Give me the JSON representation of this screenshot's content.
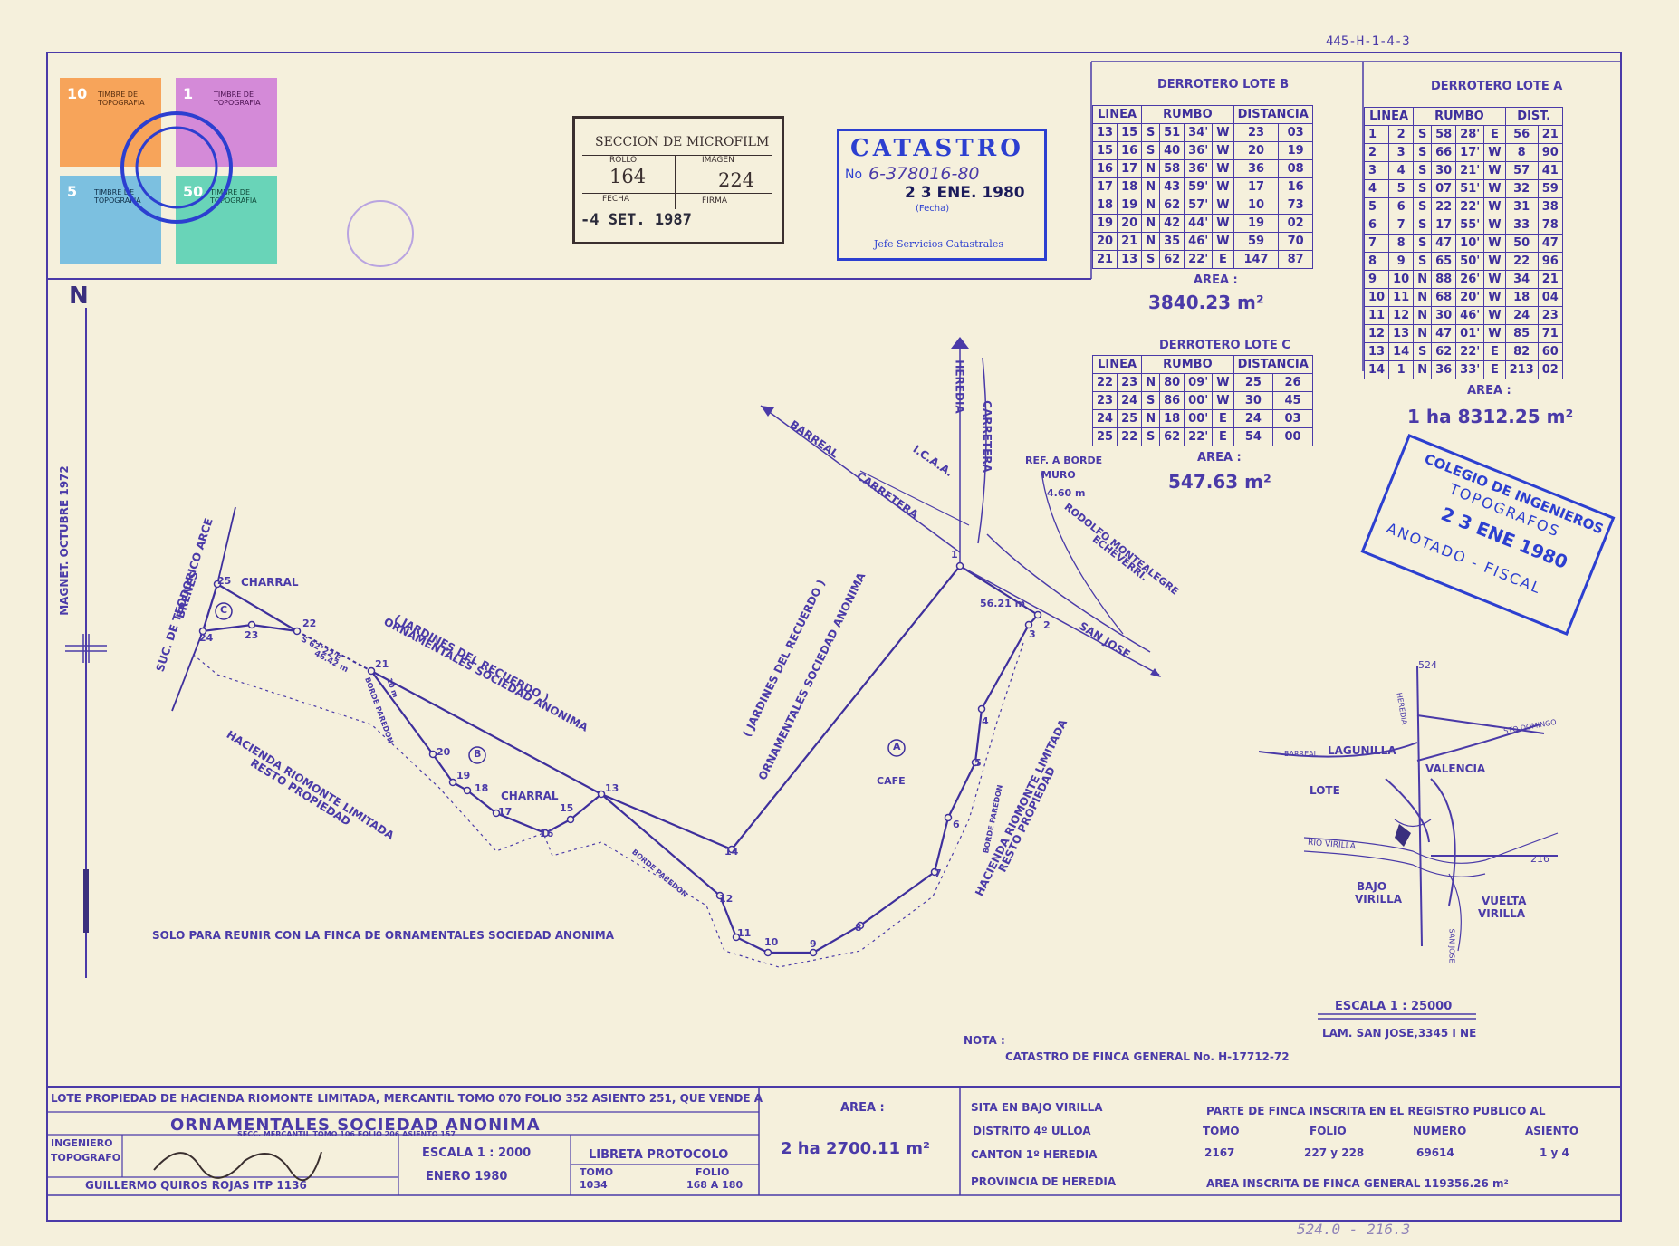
{
  "ref_top": "445-H-1-4-3",
  "ref_bottom": "524.0 - 216.3",
  "colors": {
    "ink": "#4a3aa8",
    "paper": "#f5f0dc",
    "stamp_blue": "#2c3fd0",
    "stamp_dark": "#3a2f7e"
  },
  "north": {
    "letter": "N",
    "magnet": "MAGNET. OCTUBRE 1972"
  },
  "timbres": [
    {
      "value": "10",
      "label": "TIMBRE DE TOPOGRAFIA",
      "color": "#f7a45a"
    },
    {
      "value": "1",
      "label": "TIMBRE DE TOPOGRAFIA",
      "color": "#d48ad8"
    },
    {
      "value": "5",
      "label": "TIMBRE DE TOPOGRAFIA",
      "color": "#7cc0e0"
    },
    {
      "value": "50",
      "label": "TIMBRE DE TOPOGRAFIA",
      "color": "#69d4b8"
    }
  ],
  "microfilm": {
    "title": "SECCION DE MICROFILM",
    "rollo_label": "ROLLO",
    "rollo": "164",
    "imagen_label": "IMAGEN",
    "imagen": "224",
    "fecha_label": "FECHA",
    "fecha": "-4 SET. 1987",
    "firma_label": "FIRMA"
  },
  "catastro": {
    "title": "CATASTRO",
    "no_label": "No",
    "number": "6-378016-80",
    "date": "2 3 ENE. 1980",
    "fecha_label": "(Fecha)",
    "dept": "Jefe Servicios Catastrales"
  },
  "colegio": {
    "line1": "COLEGIO DE INGENIEROS",
    "line2": "TOPOGRAFOS",
    "date": "2 3 ENE 1980",
    "line3": "ANOTADO - FISCAL"
  },
  "lote_b": {
    "title": "DERROTERO LOTE B",
    "headers": [
      "LINEA",
      "RUMBO",
      "DISTANCIA"
    ],
    "rows": [
      {
        "from": "13",
        "to": "15",
        "ns": "S",
        "deg": "51",
        "min": "34'",
        "ew": "W",
        "d1": "23",
        "d2": "03"
      },
      {
        "from": "15",
        "to": "16",
        "ns": "S",
        "deg": "40",
        "min": "36'",
        "ew": "W",
        "d1": "20",
        "d2": "19"
      },
      {
        "from": "16",
        "to": "17",
        "ns": "N",
        "deg": "58",
        "min": "36'",
        "ew": "W",
        "d1": "36",
        "d2": "08"
      },
      {
        "from": "17",
        "to": "18",
        "ns": "N",
        "deg": "43",
        "min": "59'",
        "ew": "W",
        "d1": "17",
        "d2": "16"
      },
      {
        "from": "18",
        "to": "19",
        "ns": "N",
        "deg": "62",
        "min": "57'",
        "ew": "W",
        "d1": "10",
        "d2": "73"
      },
      {
        "from": "19",
        "to": "20",
        "ns": "N",
        "deg": "42",
        "min": "44'",
        "ew": "W",
        "d1": "19",
        "d2": "02"
      },
      {
        "from": "20",
        "to": "21",
        "ns": "N",
        "deg": "35",
        "min": "46'",
        "ew": "W",
        "d1": "59",
        "d2": "70"
      },
      {
        "from": "21",
        "to": "13",
        "ns": "S",
        "deg": "62",
        "min": "22'",
        "ew": "E",
        "d1": "147",
        "d2": "87"
      }
    ],
    "area_label": "AREA :",
    "area": "3840.23 m²"
  },
  "lote_a": {
    "title": "DERROTERO LOTE A",
    "headers": [
      "LINEA",
      "RUMBO",
      "DIST."
    ],
    "rows": [
      {
        "from": "1",
        "to": "2",
        "ns": "S",
        "deg": "58",
        "min": "28'",
        "ew": "E",
        "d1": "56",
        "d2": "21"
      },
      {
        "from": "2",
        "to": "3",
        "ns": "S",
        "deg": "66",
        "min": "17'",
        "ew": "W",
        "d1": "8",
        "d2": "90"
      },
      {
        "from": "3",
        "to": "4",
        "ns": "S",
        "deg": "30",
        "min": "21'",
        "ew": "W",
        "d1": "57",
        "d2": "41"
      },
      {
        "from": "4",
        "to": "5",
        "ns": "S",
        "deg": "07",
        "min": "51'",
        "ew": "W",
        "d1": "32",
        "d2": "59"
      },
      {
        "from": "5",
        "to": "6",
        "ns": "S",
        "deg": "22",
        "min": "22'",
        "ew": "W",
        "d1": "31",
        "d2": "38"
      },
      {
        "from": "6",
        "to": "7",
        "ns": "S",
        "deg": "17",
        "min": "55'",
        "ew": "W",
        "d1": "33",
        "d2": "78"
      },
      {
        "from": "7",
        "to": "8",
        "ns": "S",
        "deg": "47",
        "min": "10'",
        "ew": "W",
        "d1": "50",
        "d2": "47"
      },
      {
        "from": "8",
        "to": "9",
        "ns": "S",
        "deg": "65",
        "min": "50'",
        "ew": "W",
        "d1": "22",
        "d2": "96"
      },
      {
        "from": "9",
        "to": "10",
        "ns": "N",
        "deg": "88",
        "min": "26'",
        "ew": "W",
        "d1": "34",
        "d2": "21"
      },
      {
        "from": "10",
        "to": "11",
        "ns": "N",
        "deg": "68",
        "min": "20'",
        "ew": "W",
        "d1": "18",
        "d2": "04"
      },
      {
        "from": "11",
        "to": "12",
        "ns": "N",
        "deg": "30",
        "min": "46'",
        "ew": "W",
        "d1": "24",
        "d2": "23"
      },
      {
        "from": "12",
        "to": "13",
        "ns": "N",
        "deg": "47",
        "min": "01'",
        "ew": "W",
        "d1": "85",
        "d2": "71"
      },
      {
        "from": "13",
        "to": "14",
        "ns": "S",
        "deg": "62",
        "min": "22'",
        "ew": "E",
        "d1": "82",
        "d2": "60"
      },
      {
        "from": "14",
        "to": "1",
        "ns": "N",
        "deg": "36",
        "min": "33'",
        "ew": "E",
        "d1": "213",
        "d2": "02"
      }
    ],
    "area_label": "AREA :",
    "area": "1 ha 8312.25 m²"
  },
  "lote_c": {
    "title": "DERROTERO LOTE C",
    "headers": [
      "LINEA",
      "RUMBO",
      "DISTANCIA"
    ],
    "rows": [
      {
        "from": "22",
        "to": "23",
        "ns": "N",
        "deg": "80",
        "min": "09'",
        "ew": "W",
        "d1": "25",
        "d2": "26"
      },
      {
        "from": "23",
        "to": "24",
        "ns": "S",
        "deg": "86",
        "min": "00'",
        "ew": "W",
        "d1": "30",
        "d2": "45"
      },
      {
        "from": "24",
        "to": "25",
        "ns": "N",
        "deg": "18",
        "min": "00'",
        "ew": "E",
        "d1": "24",
        "d2": "03"
      },
      {
        "from": "25",
        "to": "22",
        "ns": "S",
        "deg": "62",
        "min": "22'",
        "ew": "E",
        "d1": "54",
        "d2": "00"
      }
    ],
    "area_label": "AREA :",
    "area": "547.63 m²"
  },
  "plan_labels": {
    "barreal": "BARREAL",
    "carretera": "CARRETERA",
    "icaa": "I.C.A.A.",
    "heredia": "HEREDIA",
    "carretera2": "CARRETERA",
    "ref_borde": "REF. A BORDE",
    "muro": "MURO",
    "muro_dist": "4.60 m",
    "rodolfo": "RODOLFO MONTEALEGRE",
    "echeverri": "ECHEVERRI.",
    "san_jose": "SAN JOSE",
    "dist_5621": "56.21 m",
    "jardines_1": "( JARDINES DEL RECUERDO )",
    "ornamentales_1": "ORNAMENTALES SOCIEDAD ANONIMA",
    "jardines_2": "( JARDINES DEL RECUERDO )",
    "ornamentales_2": "ORNAMENTALES SOCIEDAD ANONIMA",
    "hacienda_1": "HACIENDA RIOMONTE LIMITADA",
    "resto_1": "RESTO PROPIEDAD",
    "hacienda_2": "HACIENDA RIOMONTE LIMITADA",
    "resto_2": "RESTO PROPIEDAD",
    "suc_1": "SUC. DE TEODORICO ARCE",
    "suc_2": "BRENES",
    "charral_1": "CHARRAL",
    "charral_2": "CHARRAL",
    "cafe": "CAFE",
    "lot_a": "A",
    "lot_b": "B",
    "lot_c": "C",
    "rumbo_22_21": "S 62°22'E",
    "dist_22_21": "46.42 m",
    "borde_pared": "BORDE PAREDON",
    "ten_m": "10 m",
    "solo": "SOLO PARA REUNIR CON LA FINCA DE ORNAMENTALES SOCIEDAD ANONIMA",
    "nota": "NOTA :",
    "nota_text": "CATASTRO DE FINCA GENERAL No. H-17712-72"
  },
  "points": [
    "1",
    "2",
    "3",
    "4",
    "5",
    "6",
    "7",
    "8",
    "9",
    "10",
    "11",
    "12",
    "13",
    "14",
    "15",
    "16",
    "17",
    "18",
    "19",
    "20",
    "21",
    "22",
    "23",
    "24",
    "25"
  ],
  "location_map": {
    "n524": "524",
    "n216": "216",
    "heredia": "HEREDIA",
    "sto_domingo": "STO DOMINGO",
    "barreal": "BARREAL",
    "lagunilla": "LAGUNILLA",
    "valencia": "VALENCIA",
    "lote": "LOTE",
    "rio_virilla": "RIO VIRILLA",
    "bajo": "BAJO",
    "virilla": "VIRILLA",
    "vuelta": "VUELTA",
    "virilla2": "VIRILLA",
    "san_jose": "SAN JOSE",
    "escala": "ESCALA  1 : 25000",
    "lam": "LAM. SAN JOSE,3345 I NE"
  },
  "footer": {
    "lote_propiedad": "LOTE PROPIEDAD DE HACIENDA RIOMONTE LIMITADA, MERCANTIL TOMO 070 FOLIO 352 ASIENTO 251, QUE VENDE A",
    "owner": "ORNAMENTALES SOCIEDAD ANONIMA",
    "secc": "SECC. MERCANTIL TOMO 106 FOLIO 206 ASIENTO 157",
    "ingeniero": "INGENIERO",
    "topografo": "TOPOGRAFO",
    "guillermo": "GUILLERMO QUIROS ROJAS  ITP 1136",
    "escala": "ESCALA   1 : 2000",
    "fecha": "ENERO    1980",
    "libreta": "LIBRETA  PROTOCOLO",
    "tomo_label": "TOMO",
    "tomo": "1034",
    "folio_label": "FOLIO",
    "folio": "168 A 180",
    "area_label": "AREA :",
    "area": "2 ha 2700.11 m²",
    "sita": "SITA EN BAJO VIRILLA",
    "distrito": "DISTRITO  4º  ULLOA",
    "canton": "CANTON   1º  HEREDIA",
    "provincia": "PROVINCIA DE HEREDIA",
    "parte": "PARTE DE FINCA INSCRITA EN EL REGISTRO PUBLICO  AL",
    "reg_headers": [
      "TOMO",
      "FOLIO",
      "NUMERO",
      "ASIENTO"
    ],
    "reg_values": [
      "2167",
      "227 y 228",
      "69614",
      "1 y 4"
    ],
    "area_inscrita": "AREA INSCRITA DE FINCA GENERAL  119356.26 m²"
  }
}
